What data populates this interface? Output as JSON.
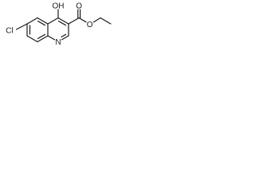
{
  "molecule": {
    "atom_labels": {
      "hydroxyl": "OH",
      "chlorine": "Cl",
      "ring_nitrogen": "N",
      "carbonyl_oxygen": "O",
      "ester_oxygen": "O"
    }
  }
}
